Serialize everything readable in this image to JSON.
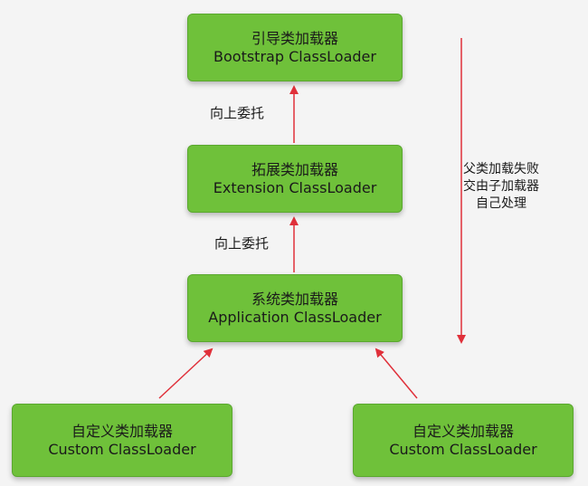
{
  "nodes": {
    "bootstrap": {
      "cn": "引导类加载器",
      "en": "Bootstrap ClassLoader"
    },
    "extension": {
      "cn": "拓展类加载器",
      "en": "Extension ClassLoader"
    },
    "application": {
      "cn": "系统类加载器",
      "en": "Application ClassLoader"
    },
    "custom_left": {
      "cn": "自定义类加载器",
      "en": "Custom ClassLoader"
    },
    "custom_right": {
      "cn": "自定义类加载器",
      "en": "Custom ClassLoader"
    }
  },
  "edges": {
    "delegate_up_1": "向上委托",
    "delegate_up_2": "向上委托"
  },
  "side_note": {
    "line1": "父类加载失败",
    "line2": "交由子加载器",
    "line3": "自己处理"
  },
  "colors": {
    "node_fill": "#6fc13a",
    "arrow": "#e0303a",
    "background": "#f4f4f4"
  }
}
